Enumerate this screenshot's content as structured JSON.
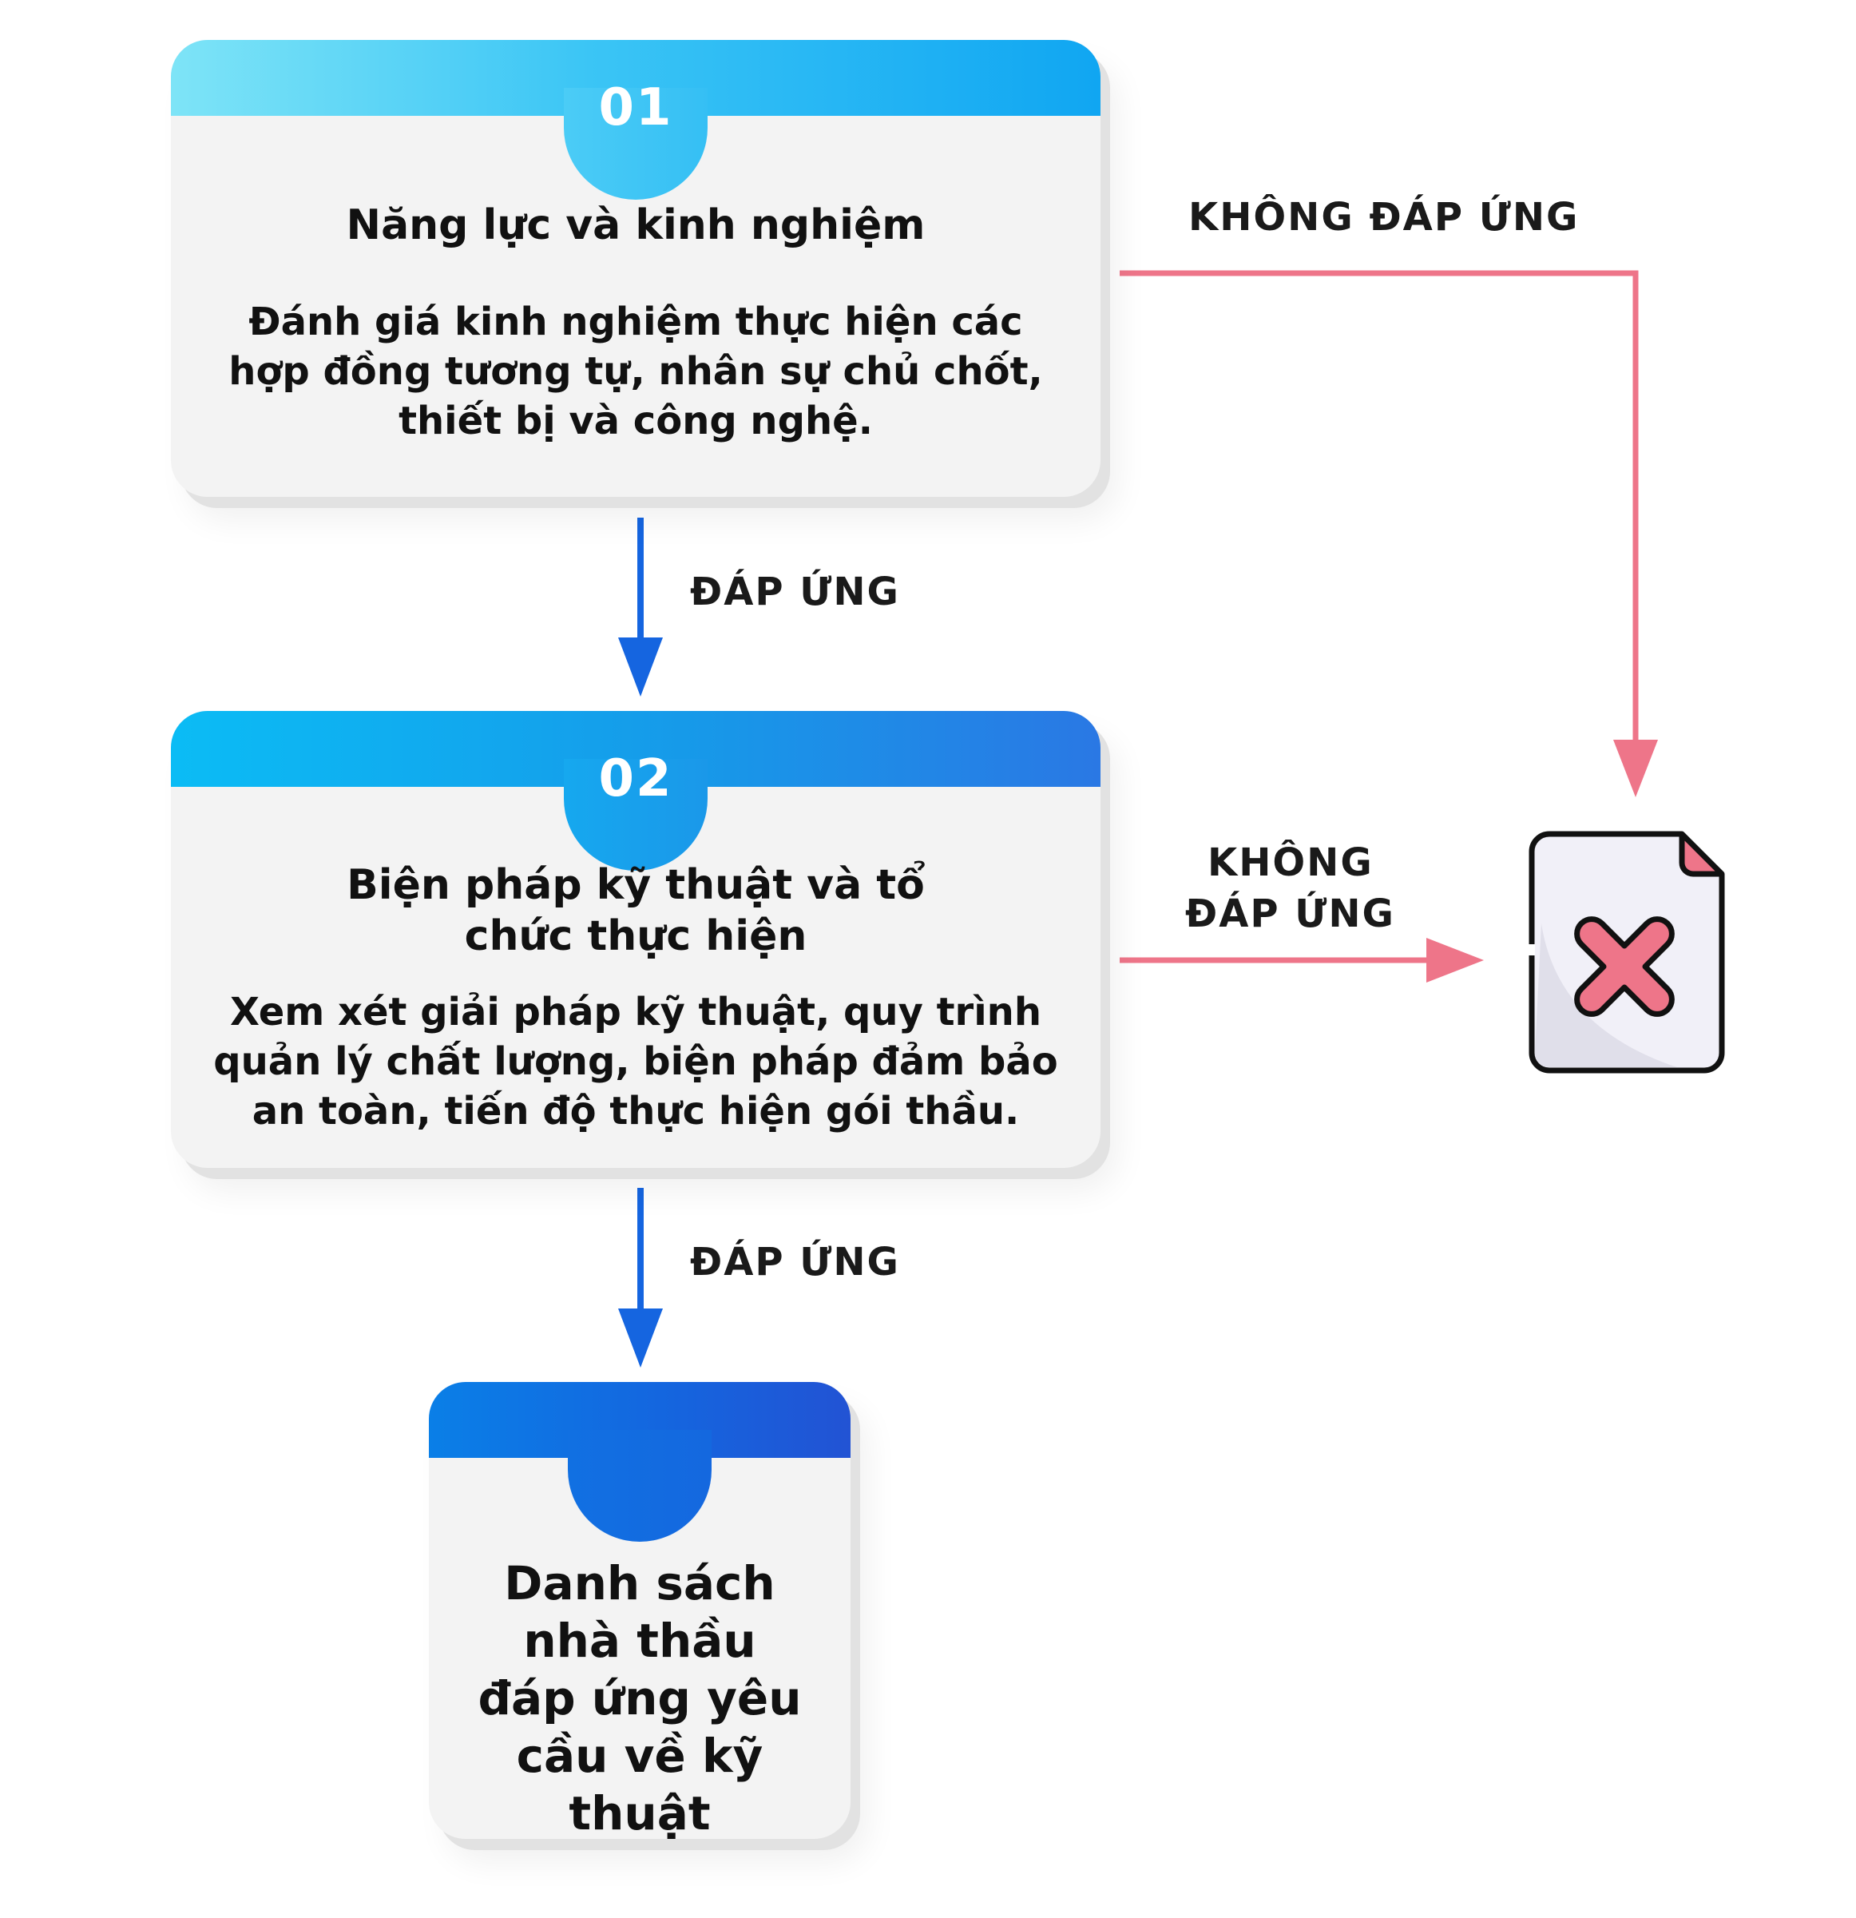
{
  "steps": [
    {
      "number": "01",
      "title": "Năng lực và kinh nghiệm",
      "description": "Đánh giá kinh nghiệm thực hiện các hợp đồng tương tự, nhân sự chủ chốt, thiết bị và công nghệ."
    },
    {
      "number": "02",
      "title": "Biện pháp kỹ thuật và tổ chức thực hiện",
      "description": "Xem xét giải pháp kỹ thuật, quy trình quản lý chất lượng, biện pháp đảm bảo an toàn, tiến độ thực hiện gói thầu."
    }
  ],
  "result": {
    "text": "Danh sách nhà thầu đáp ứng yêu cầu về kỹ thuật"
  },
  "labels": {
    "pass_1": "ĐÁP ỨNG",
    "pass_2": "ĐÁP ỨNG",
    "fail_1": "KHÔNG ĐÁP ỨNG",
    "fail_2_line1": "KHÔNG",
    "fail_2_line2": "ĐÁP ỨNG"
  },
  "colors": {
    "pass_arrow": "#1565e0",
    "fail_arrow": "#ee7589",
    "card_bg": "#f3f3f3",
    "x_mark": "#ee7589"
  },
  "icons": {
    "reject": "rejected-document-icon"
  }
}
